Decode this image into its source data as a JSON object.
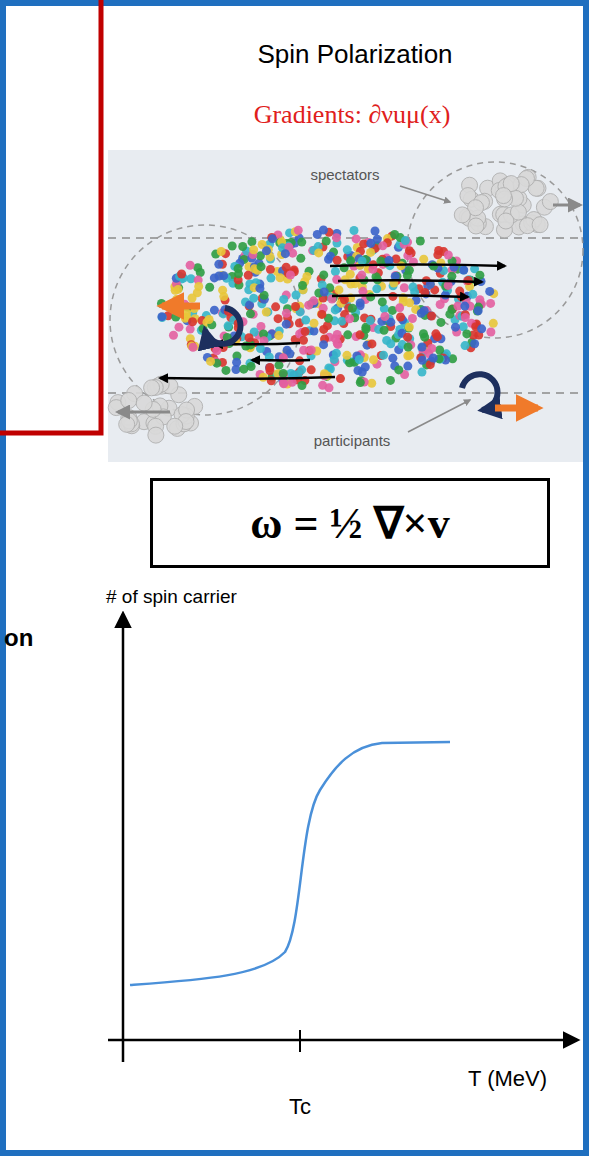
{
  "diagram": {
    "title": "Spin Polarization",
    "nodes": [
      {
        "text": [
          "ω = ½ ∇×v"
        ]
      }
    ],
    "labels": [
      "Gradients: ∂νuμ(x)",
      "spectators",
      "participants",
      "# of spin carrier",
      "on",
      "Tc",
      "T (MeV)"
    ]
  }
}
